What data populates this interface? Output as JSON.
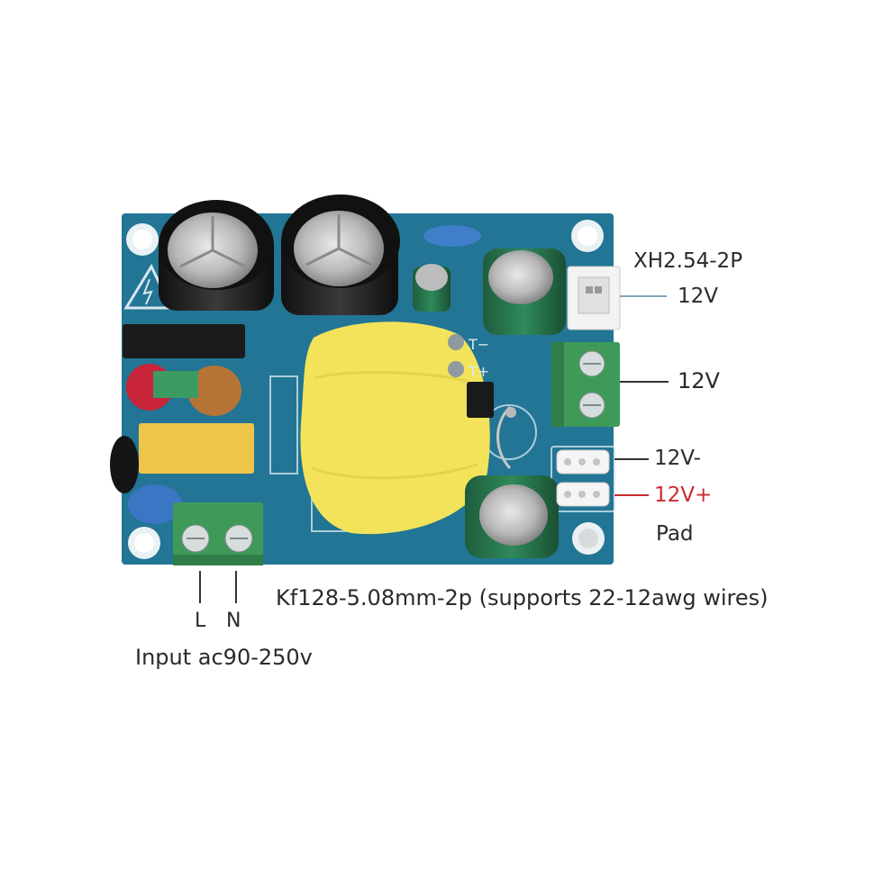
{
  "labels": {
    "xh_connector": "XH2.54-2P",
    "xh_voltage": "12V",
    "screw_voltage": "12V",
    "pad_negative": "12V-",
    "pad_positive": "12V+",
    "pad": "Pad",
    "line": "L",
    "neutral": "N",
    "terminal_spec": "Kf128-5.08mm-2p (supports 22-12awg wires)",
    "input_spec": "Input ac90-250v"
  },
  "colors": {
    "pcb": "#1f6f8e",
    "terminal_green": "#3f9a5a",
    "transformer_yellow": "#f2e35b",
    "positive_red": "#cc2b33"
  }
}
